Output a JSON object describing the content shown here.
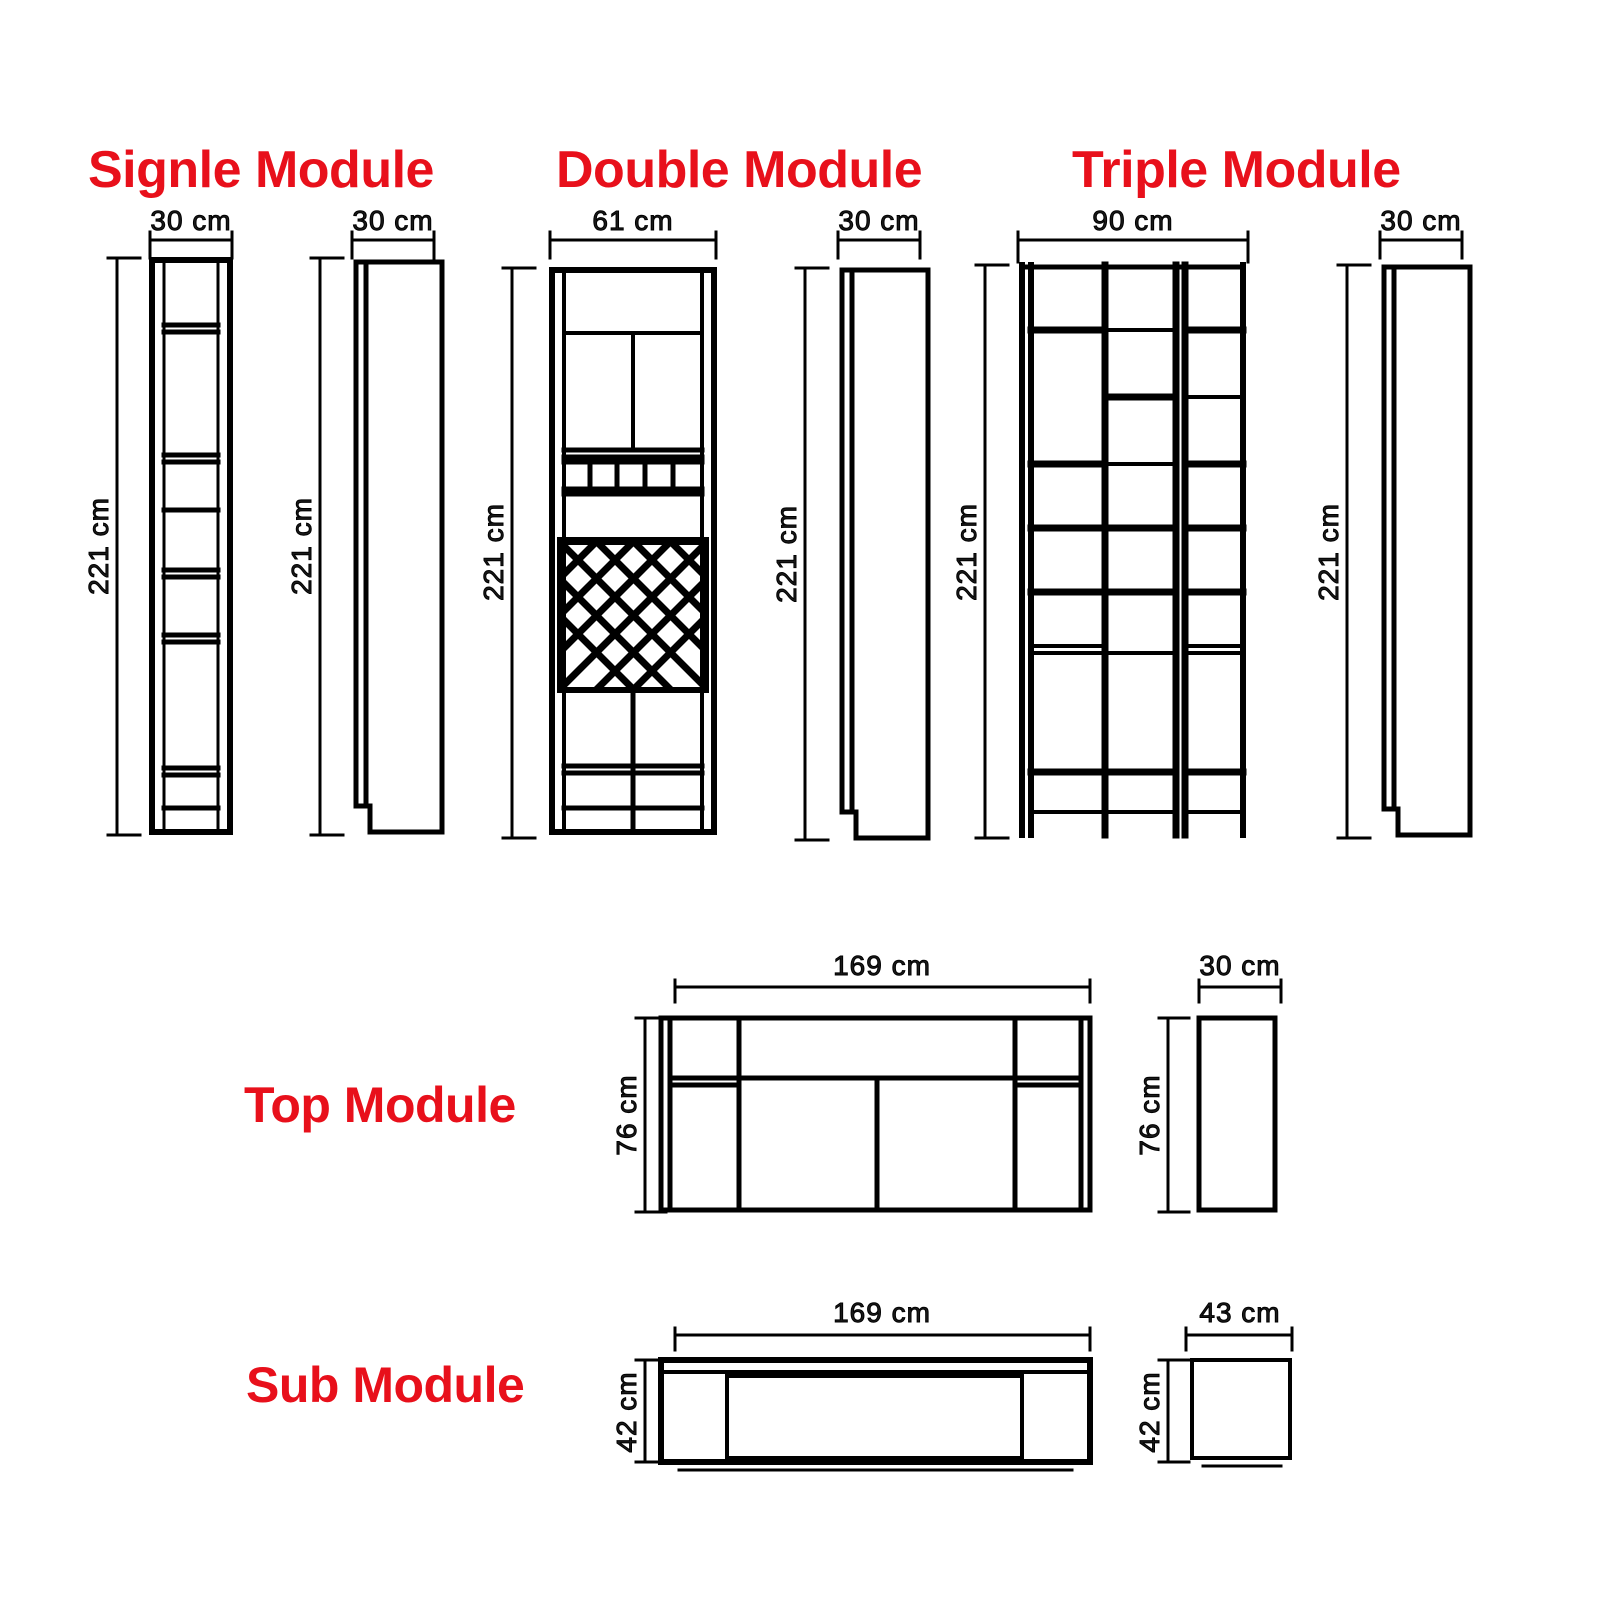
{
  "page": {
    "background_color": "#ffffff",
    "title_color": "#e8101b",
    "line_color": "#000000"
  },
  "sections": [
    {
      "id": "single-module",
      "label": "Signle Module",
      "views": [
        {
          "id": "single-front",
          "width_label": "30 cm",
          "height_label": "221 cm"
        },
        {
          "id": "single-side",
          "width_label": "30 cm",
          "height_label": "221 cm"
        }
      ]
    },
    {
      "id": "double-module",
      "label": "Double Module",
      "views": [
        {
          "id": "double-front",
          "width_label": "61 cm",
          "height_label": "221 cm"
        },
        {
          "id": "double-side",
          "width_label": "30 cm",
          "height_label": "221 cm"
        }
      ]
    },
    {
      "id": "triple-module",
      "label": "Triple Module",
      "views": [
        {
          "id": "triple-front",
          "width_label": "90 cm",
          "height_label": "221 cm"
        },
        {
          "id": "triple-side",
          "width_label": "30 cm",
          "height_label": "221 cm"
        }
      ]
    },
    {
      "id": "top-module",
      "label": "Top Module",
      "views": [
        {
          "id": "top-front",
          "width_label": "169 cm",
          "height_label": "76 cm"
        },
        {
          "id": "top-side",
          "width_label": "30 cm",
          "height_label": "76 cm"
        }
      ]
    },
    {
      "id": "sub-module",
      "label": "Sub Module",
      "views": [
        {
          "id": "sub-front",
          "width_label": "169 cm",
          "height_label": "42 cm"
        },
        {
          "id": "sub-side",
          "width_label": "43 cm",
          "height_label": "42 cm"
        }
      ]
    }
  ],
  "labels": {
    "single_module": "Signle Module",
    "double_module": "Double Module",
    "triple_module": "Triple Module",
    "top_module": "Top Module",
    "sub_module": "Sub Module",
    "w_30": "30 cm",
    "w_61": "61 cm",
    "w_90": "90 cm",
    "w_169": "169 cm",
    "w_43": "43 cm",
    "h_221": "221 cm",
    "h_76": "76 cm",
    "h_42": "42 cm"
  }
}
